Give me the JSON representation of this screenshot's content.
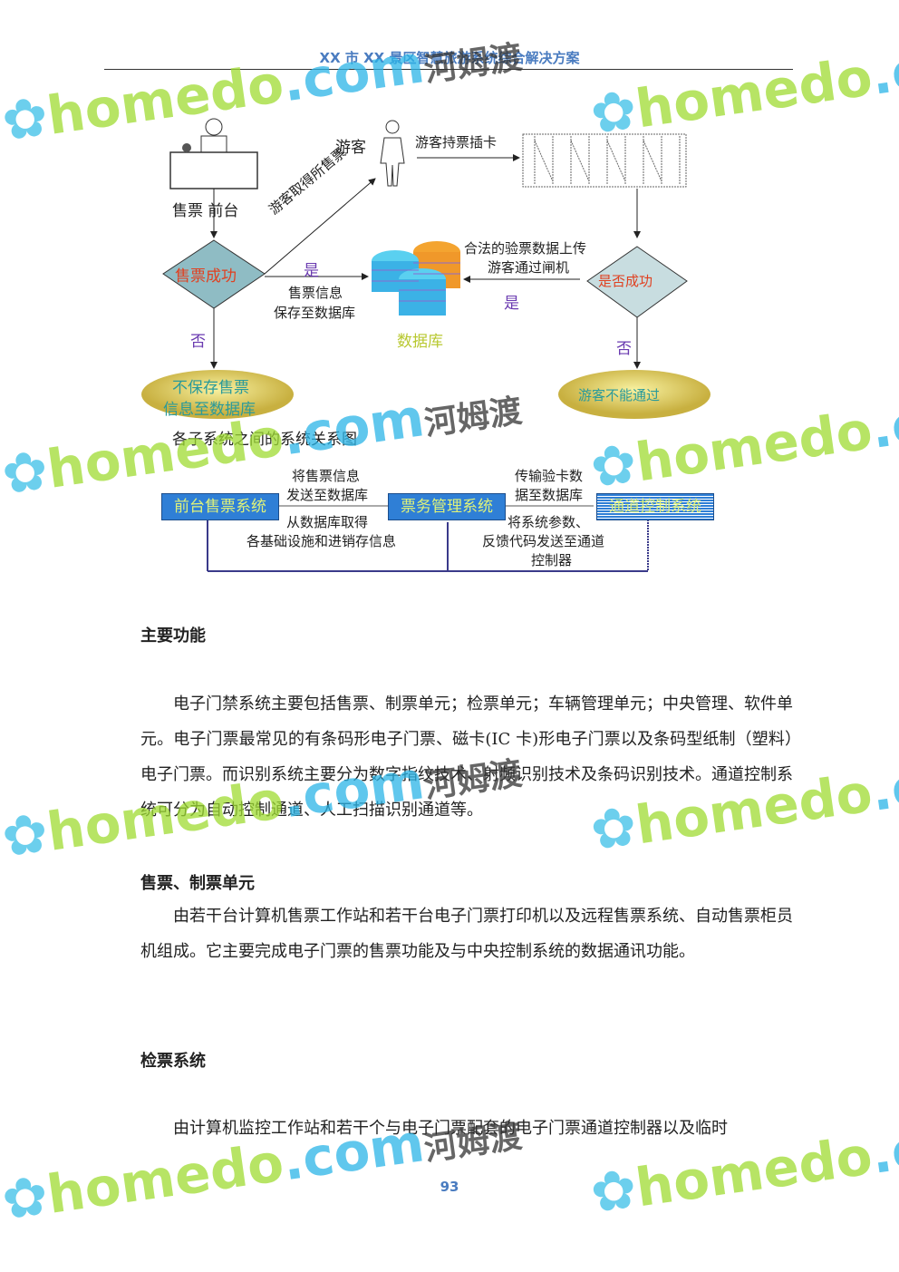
{
  "header": {
    "title": "XX 市 XX 景区智慧旅游系统综合解决方案"
  },
  "diagram1": {
    "front_desk": "售票 前台",
    "visitor": "游客",
    "swipe": "游客持票插卡",
    "take_ticket": "游客取得所售票",
    "sale_success": "售票成功",
    "yes1": "是",
    "save_info": [
      "售票信息",
      "保存至数据库"
    ],
    "no1": "否",
    "not_save": [
      "不保存售票",
      "信息至数据库"
    ],
    "database": "数据库",
    "upload": [
      "合法的验票数据上传",
      "游客通过闸机"
    ],
    "yes2": "是",
    "check_success": "是否成功",
    "no2": "否",
    "cannot_pass": "游客不能通过",
    "caption": "各子系统之间的系统关系图"
  },
  "diagram2": {
    "front_system": "前台售票系统",
    "ticket_mgmt": "票务管理系统",
    "channel_ctrl": "通道控制系统",
    "send_info": [
      "将售票信息",
      "发送至数据库"
    ],
    "fetch": [
      "从数据库取得",
      "各基础设施和进销存信息"
    ],
    "transfer": [
      "传输验卡数",
      "据至数据库"
    ],
    "params": [
      "将系统参数、",
      "反馈代码发送至通道",
      "控制器"
    ]
  },
  "sections": [
    {
      "heading": "主要功能",
      "text": "电子门禁系统主要包括售票、制票单元；检票单元；车辆管理单元；中央管理、软件单元。电子门票最常见的有条码形电子门票、磁卡(IC 卡)形电子门票以及条码型纸制（塑料）电子门票。而识别系统主要分为数字指纹技术、射频识别技术及条码识别技术。通道控制系统可分为自动控制通道、人工扫描识别通道等。"
    },
    {
      "heading": "售票、制票单元",
      "text": "由若干台计算机售票工作站和若干台电子门票打印机以及远程售票系统、自动售票柜员机组成。它主要完成电子门票的售票功能及与中央控制系统的数据通讯功能。"
    },
    {
      "heading": "检票系统",
      "text": "由计算机监控工作站和若干个与电子门票配套的电子门票通道控制器以及临时"
    }
  ],
  "page_number": "93",
  "watermark": {
    "en": "homedo",
    "dot_com": ".com",
    "cn": "河姆渡"
  }
}
